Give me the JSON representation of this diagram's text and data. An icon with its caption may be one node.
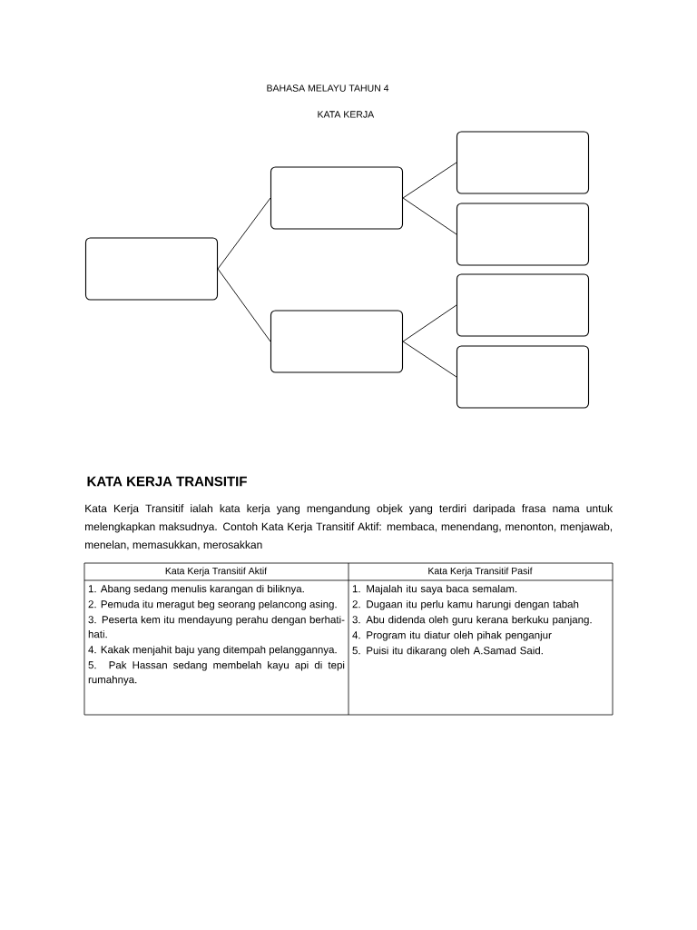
{
  "diagram": {
    "title": "BAHASA MELAYU TAHUN 4",
    "nodes": [
      {
        "text": [],
        "shape": "box"
      },
      {
        "text": [],
        "shape": "box"
      },
      {
        "text": [],
        "shape": "box"
      },
      {
        "text": [],
        "shape": "box"
      },
      {
        "text": [],
        "shape": "box"
      },
      {
        "text": [],
        "shape": "box"
      },
      {
        "text": [],
        "shape": "box"
      }
    ],
    "edges": [
      {
        "from": 0,
        "to": 1,
        "arrow": "none"
      },
      {
        "from": 0,
        "to": 2,
        "arrow": "none"
      },
      {
        "from": 1,
        "to": 3,
        "arrow": "none"
      },
      {
        "from": 1,
        "to": 4,
        "arrow": "none"
      },
      {
        "from": 2,
        "to": 5,
        "arrow": "none"
      },
      {
        "from": 2,
        "to": 6,
        "arrow": "none"
      }
    ],
    "labels": [
      "KATA KERJA",
      "KATA KERJA TRANSITIF",
      "Kata Kerja Transitif ialah kata kerja yang mengandung objek yang terdiri daripada frasa nama untuk melengkapkan maksudnya. Contoh Kata Kerja Transitif Aktif: membaca, menendang, menonton, menjawab, menelan, memasukkan, merosakkan",
      "Kata Kerja Transitif Aktif",
      "Kata Kerja Transitif Pasif",
      "1. Abang sedang menulis karangan di biliknya.",
      "2. Pemuda itu meragut beg seorang pelancong asing.",
      "3. Peserta kem itu mendayung perahu dengan berhati-hati.",
      "4. Kakak menjahit baju yang ditempah pelanggannya.",
      "5. Pak Hassan sedang membelah kayu api di tepi rumahnya.",
      "1. Majalah itu saya baca semalam.",
      "2. Dugaan itu perlu kamu harungi dengan tabah",
      "3. Abu didenda oleh guru kerana berkuku panjang.",
      "4. Program itu diatur oleh pihak penganjur",
      "5. Puisi itu dikarang oleh A.Samad Said."
    ]
  }
}
